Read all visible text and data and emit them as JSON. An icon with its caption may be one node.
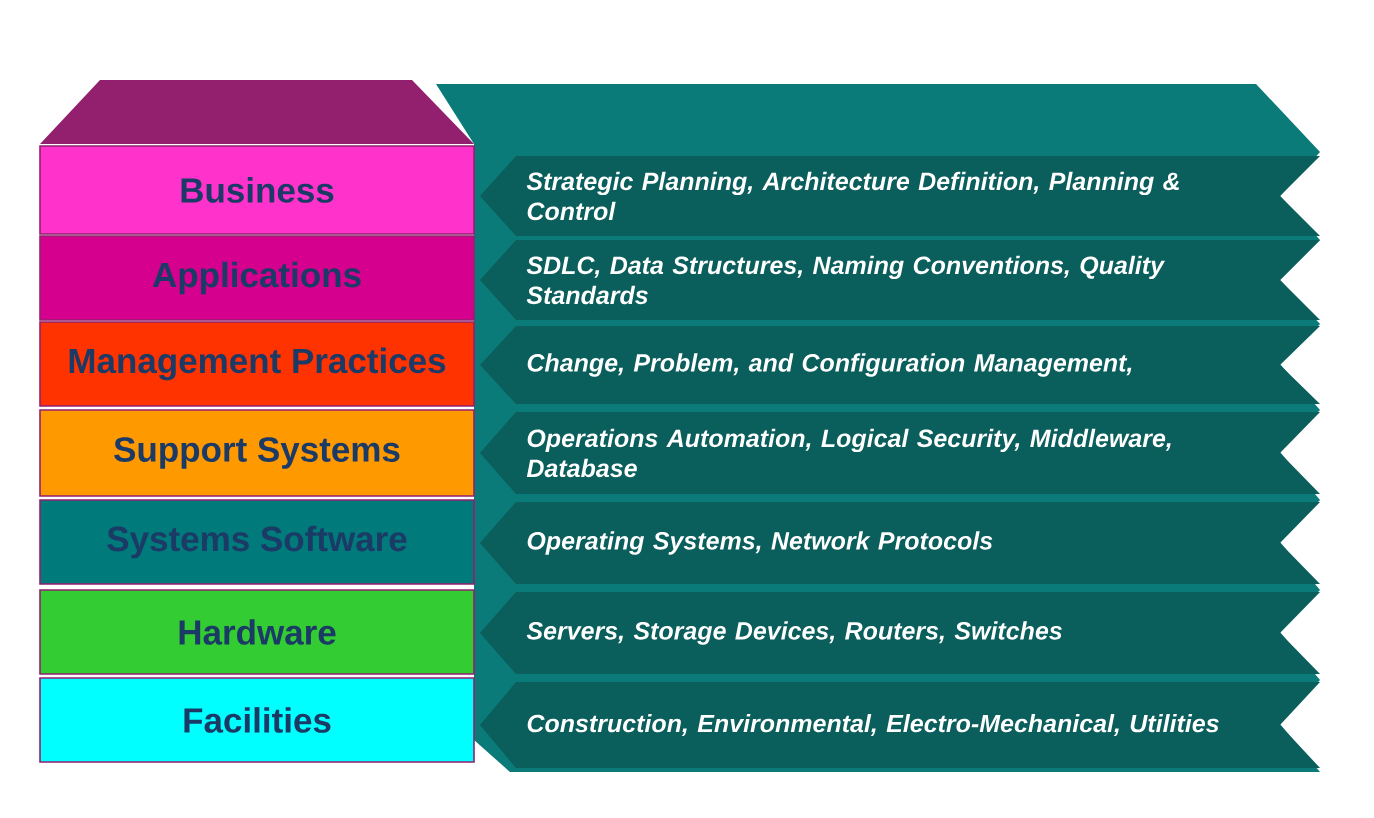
{
  "diagram": {
    "nodes": [
      {
        "text": [
          "Business"
        ]
      },
      {
        "text": [
          "Applications"
        ]
      },
      {
        "text": [
          "Management Practices"
        ]
      },
      {
        "text": [
          "Support Systems"
        ]
      },
      {
        "text": [
          "Systems Software"
        ]
      },
      {
        "text": [
          "Hardware"
        ]
      },
      {
        "text": [
          "Facilities"
        ]
      },
      {
        "text": [
          "Strategic Planning, Architecture Definition, Planning & Control"
        ]
      },
      {
        "text": [
          "SDLC, Data Structures, Naming Conventions, Quality Standards"
        ]
      },
      {
        "text": [
          "Change, Problem, and Configuration Management,"
        ]
      },
      {
        "text": [
          "Operations Automation, Logical Security, Middleware, Database"
        ]
      },
      {
        "text": [
          "Operating Systems, Network Protocols"
        ]
      },
      {
        "text": [
          "Servers, Storage Devices, Routers, Switches"
        ]
      },
      {
        "text": [
          "Construction, Environmental, Electro-Mechanical, Utilities"
        ]
      },
      {
        "text": [],
        "shape": "box"
      }
    ]
  }
}
